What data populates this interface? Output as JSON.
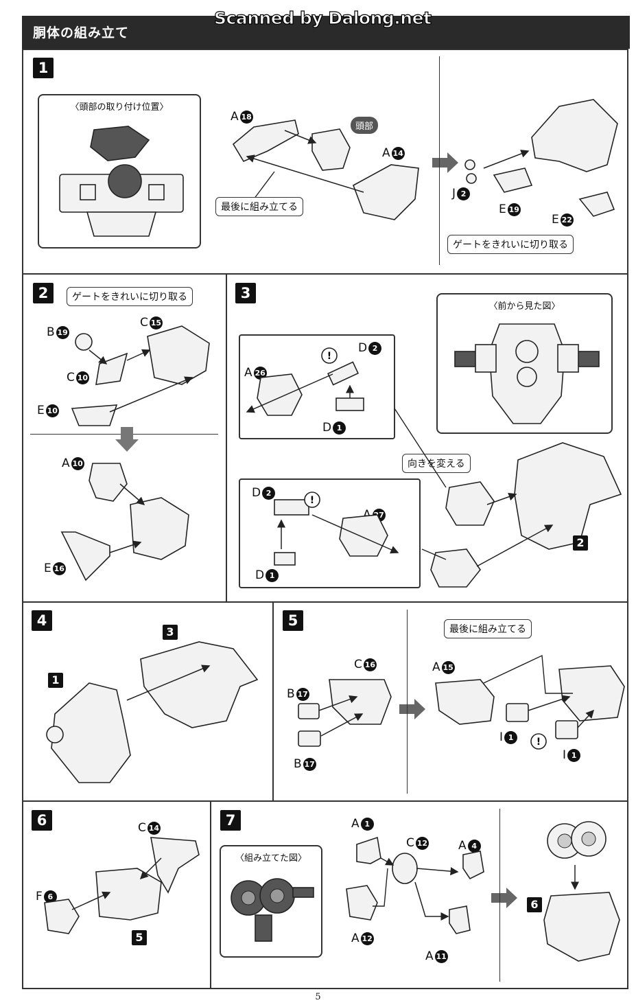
{
  "header": {
    "title": "胴体の組み立て",
    "scan_credit": "Scanned by Dalong.net"
  },
  "page_number": "5",
  "step1": {
    "num": "1",
    "inset_title": "〈頭部の取り付け位置〉",
    "head_tag": "頭部",
    "callout_last": "最後に組み立てる",
    "callout_gate": "ゲートをきれいに切り取る",
    "parts": [
      {
        "letter": "A",
        "n": "18"
      },
      {
        "letter": "A",
        "n": "14"
      },
      {
        "letter": "J",
        "n": "2"
      },
      {
        "letter": "E",
        "n": "19"
      },
      {
        "letter": "E",
        "n": "22"
      }
    ]
  },
  "step2": {
    "num": "2",
    "callout_gate": "ゲートをきれいに切り取る",
    "parts": [
      {
        "letter": "B",
        "n": "19"
      },
      {
        "letter": "C",
        "n": "15"
      },
      {
        "letter": "C",
        "n": "10"
      },
      {
        "letter": "E",
        "n": "10"
      },
      {
        "letter": "A",
        "n": "10"
      },
      {
        "letter": "E",
        "n": "16"
      }
    ]
  },
  "step3": {
    "num": "3",
    "inset_title": "〈前から見た図〉",
    "callout_turn": "向きを変える",
    "ref": "2",
    "parts": [
      {
        "letter": "D",
        "n": "2"
      },
      {
        "letter": "A",
        "n": "26"
      },
      {
        "letter": "D",
        "n": "1"
      },
      {
        "letter": "D",
        "n": "2"
      },
      {
        "letter": "A",
        "n": "27"
      },
      {
        "letter": "D",
        "n": "1"
      }
    ]
  },
  "step4": {
    "num": "4",
    "ref_a": "3",
    "ref_b": "1"
  },
  "step5": {
    "num": "5",
    "callout_last": "最後に組み立てる",
    "parts": [
      {
        "letter": "C",
        "n": "16"
      },
      {
        "letter": "B",
        "n": "17"
      },
      {
        "letter": "B",
        "n": "17"
      },
      {
        "letter": "A",
        "n": "15"
      },
      {
        "letter": "I",
        "n": "1"
      },
      {
        "letter": "I",
        "n": "1"
      }
    ]
  },
  "step6": {
    "num": "6",
    "ref": "5",
    "parts": [
      {
        "letter": "C",
        "n": "14"
      },
      {
        "letter": "F",
        "n": "6"
      }
    ]
  },
  "step7": {
    "num": "7",
    "inset_title": "〈組み立てた図〉",
    "ref": "6",
    "parts": [
      {
        "letter": "A",
        "n": "1"
      },
      {
        "letter": "C",
        "n": "12"
      },
      {
        "letter": "A",
        "n": "4"
      },
      {
        "letter": "A",
        "n": "12"
      },
      {
        "letter": "A",
        "n": "11"
      }
    ]
  }
}
